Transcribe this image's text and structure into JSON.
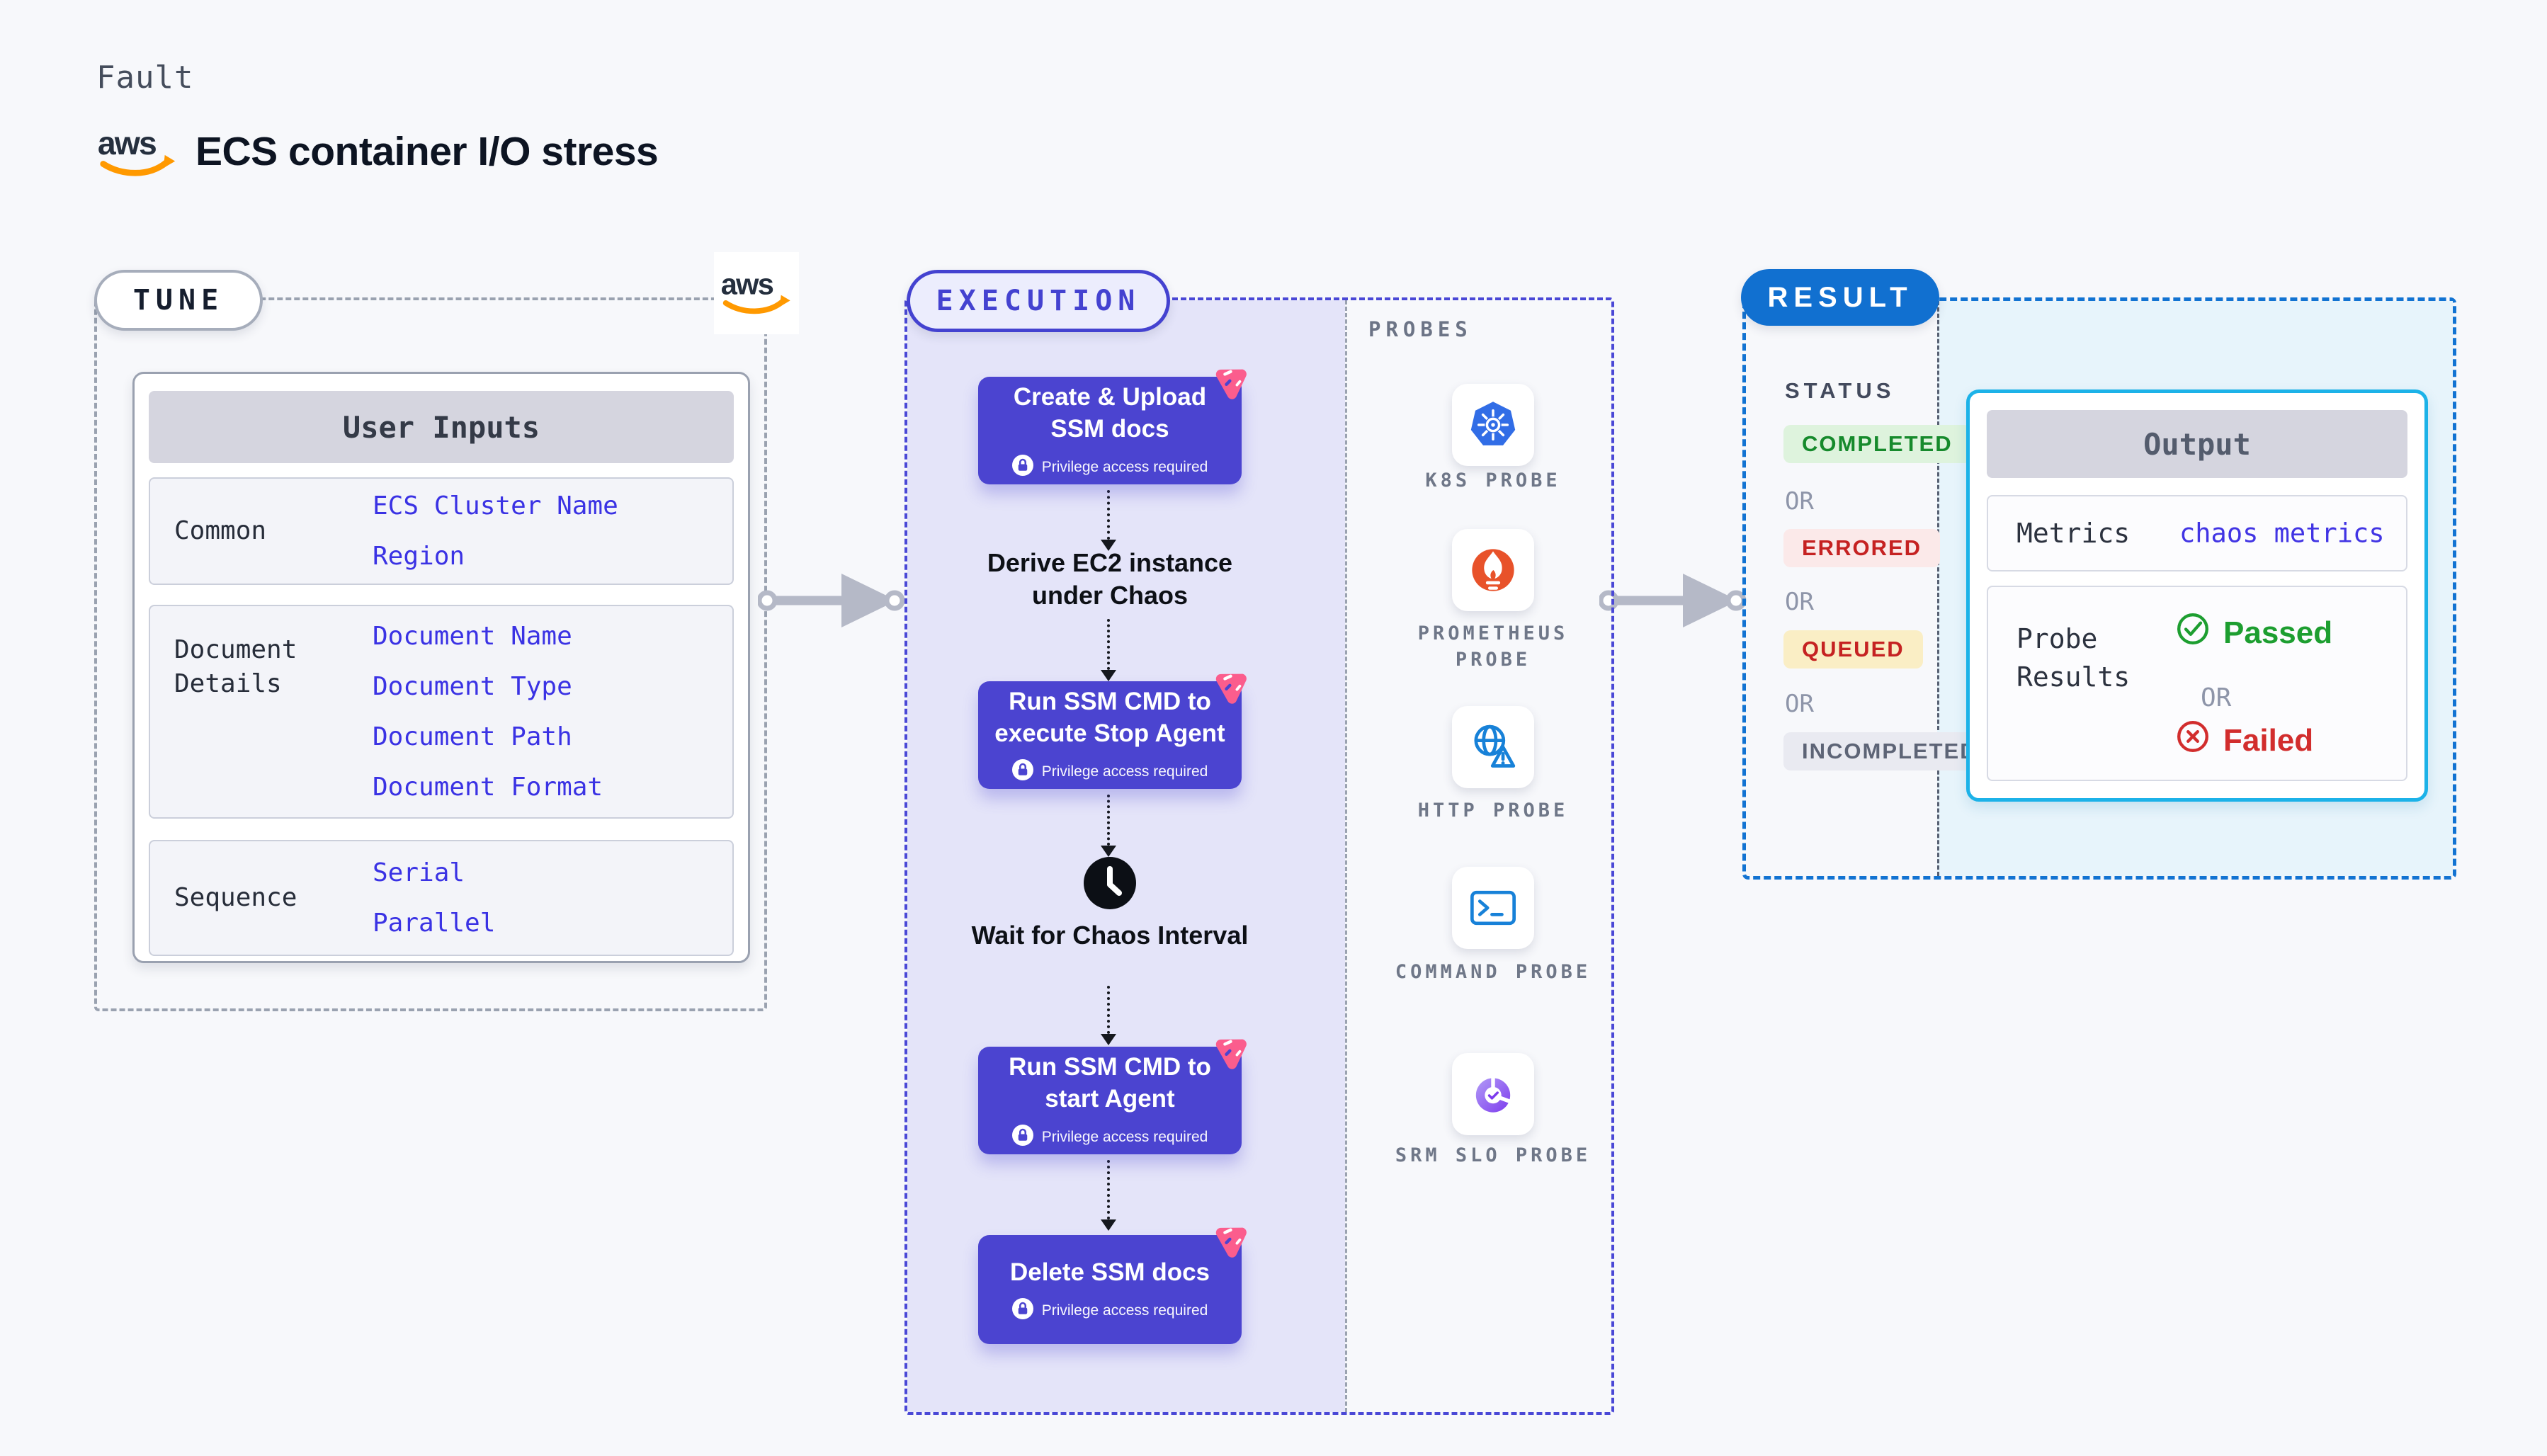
{
  "header": {
    "kicker": "Fault",
    "title": "ECS container I/O stress",
    "aws_wordmark": "aws"
  },
  "tune": {
    "pill_label": "TUNE",
    "user_inputs": {
      "header": "User Inputs",
      "rows": [
        {
          "label": "Common",
          "values": [
            "ECS Cluster Name",
            "Region"
          ]
        },
        {
          "label": "Document Details",
          "values": [
            "Document Name",
            "Document Type",
            "Document Path",
            "Document Format"
          ]
        },
        {
          "label": "Sequence",
          "values": [
            "Serial",
            "Parallel"
          ]
        }
      ]
    }
  },
  "execution": {
    "pill_label": "EXECUTION",
    "privilege_note": "Privilege access required",
    "steps": [
      {
        "kind": "task",
        "title": "Create & Upload SSM docs"
      },
      {
        "kind": "label",
        "title": "Derive EC2 instance under Chaos"
      },
      {
        "kind": "task",
        "title": "Run SSM CMD to execute Stop Agent"
      },
      {
        "kind": "wait",
        "title": "Wait for Chaos Interval"
      },
      {
        "kind": "task",
        "title": "Run SSM CMD to start Agent"
      },
      {
        "kind": "task",
        "title": "Delete SSM docs"
      }
    ]
  },
  "probes": {
    "section_label": "PROBES",
    "items": [
      {
        "label": "K8S PROBE",
        "icon": "kubernetes-icon"
      },
      {
        "label": "PROMETHEUS PROBE",
        "icon": "prometheus-icon"
      },
      {
        "label": "HTTP PROBE",
        "icon": "globe-alert-icon"
      },
      {
        "label": "COMMAND PROBE",
        "icon": "terminal-icon"
      },
      {
        "label": "SRM SLO PROBE",
        "icon": "slo-gauge-icon"
      }
    ]
  },
  "result": {
    "pill_label": "RESULT",
    "status": {
      "heading": "STATUS",
      "separator": "OR",
      "badges": [
        {
          "label": "COMPLETED",
          "bg": "#def3dd",
          "color": "#168a2c"
        },
        {
          "label": "ERRORED",
          "bg": "#fbe9e9",
          "color": "#c52222"
        },
        {
          "label": "QUEUED",
          "bg": "#faeec5",
          "color": "#c52222"
        },
        {
          "label": "INCOMPLETED",
          "bg": "#e9eaf1",
          "color": "#5d6476"
        }
      ]
    },
    "output": {
      "header": "Output",
      "metrics_label": "Metrics",
      "metrics_value": "chaos metrics",
      "probe_results_label": "Probe Results",
      "passed_label": "Passed",
      "separator": "OR",
      "failed_label": "Failed"
    }
  },
  "colors": {
    "accent_indigo": "#4b44d0",
    "execution_border": "#4a48d6",
    "tune_border": "#9aa2b0",
    "result_border": "#1273d2",
    "result_pill_bg": "#1170d0",
    "chaos_pink": "#fb5d8d",
    "value_blue": "#3a32e4",
    "passed_green": "#1d9e30",
    "failed_red": "#d22d2d",
    "aws_orange": "#ff9900",
    "kubernetes_blue": "#316de6",
    "prometheus_orange": "#e8522a",
    "probe_icon_blue": "#1781d8",
    "execution_fill": "#e4e4f9",
    "result_fill": "#e7f4fb"
  }
}
